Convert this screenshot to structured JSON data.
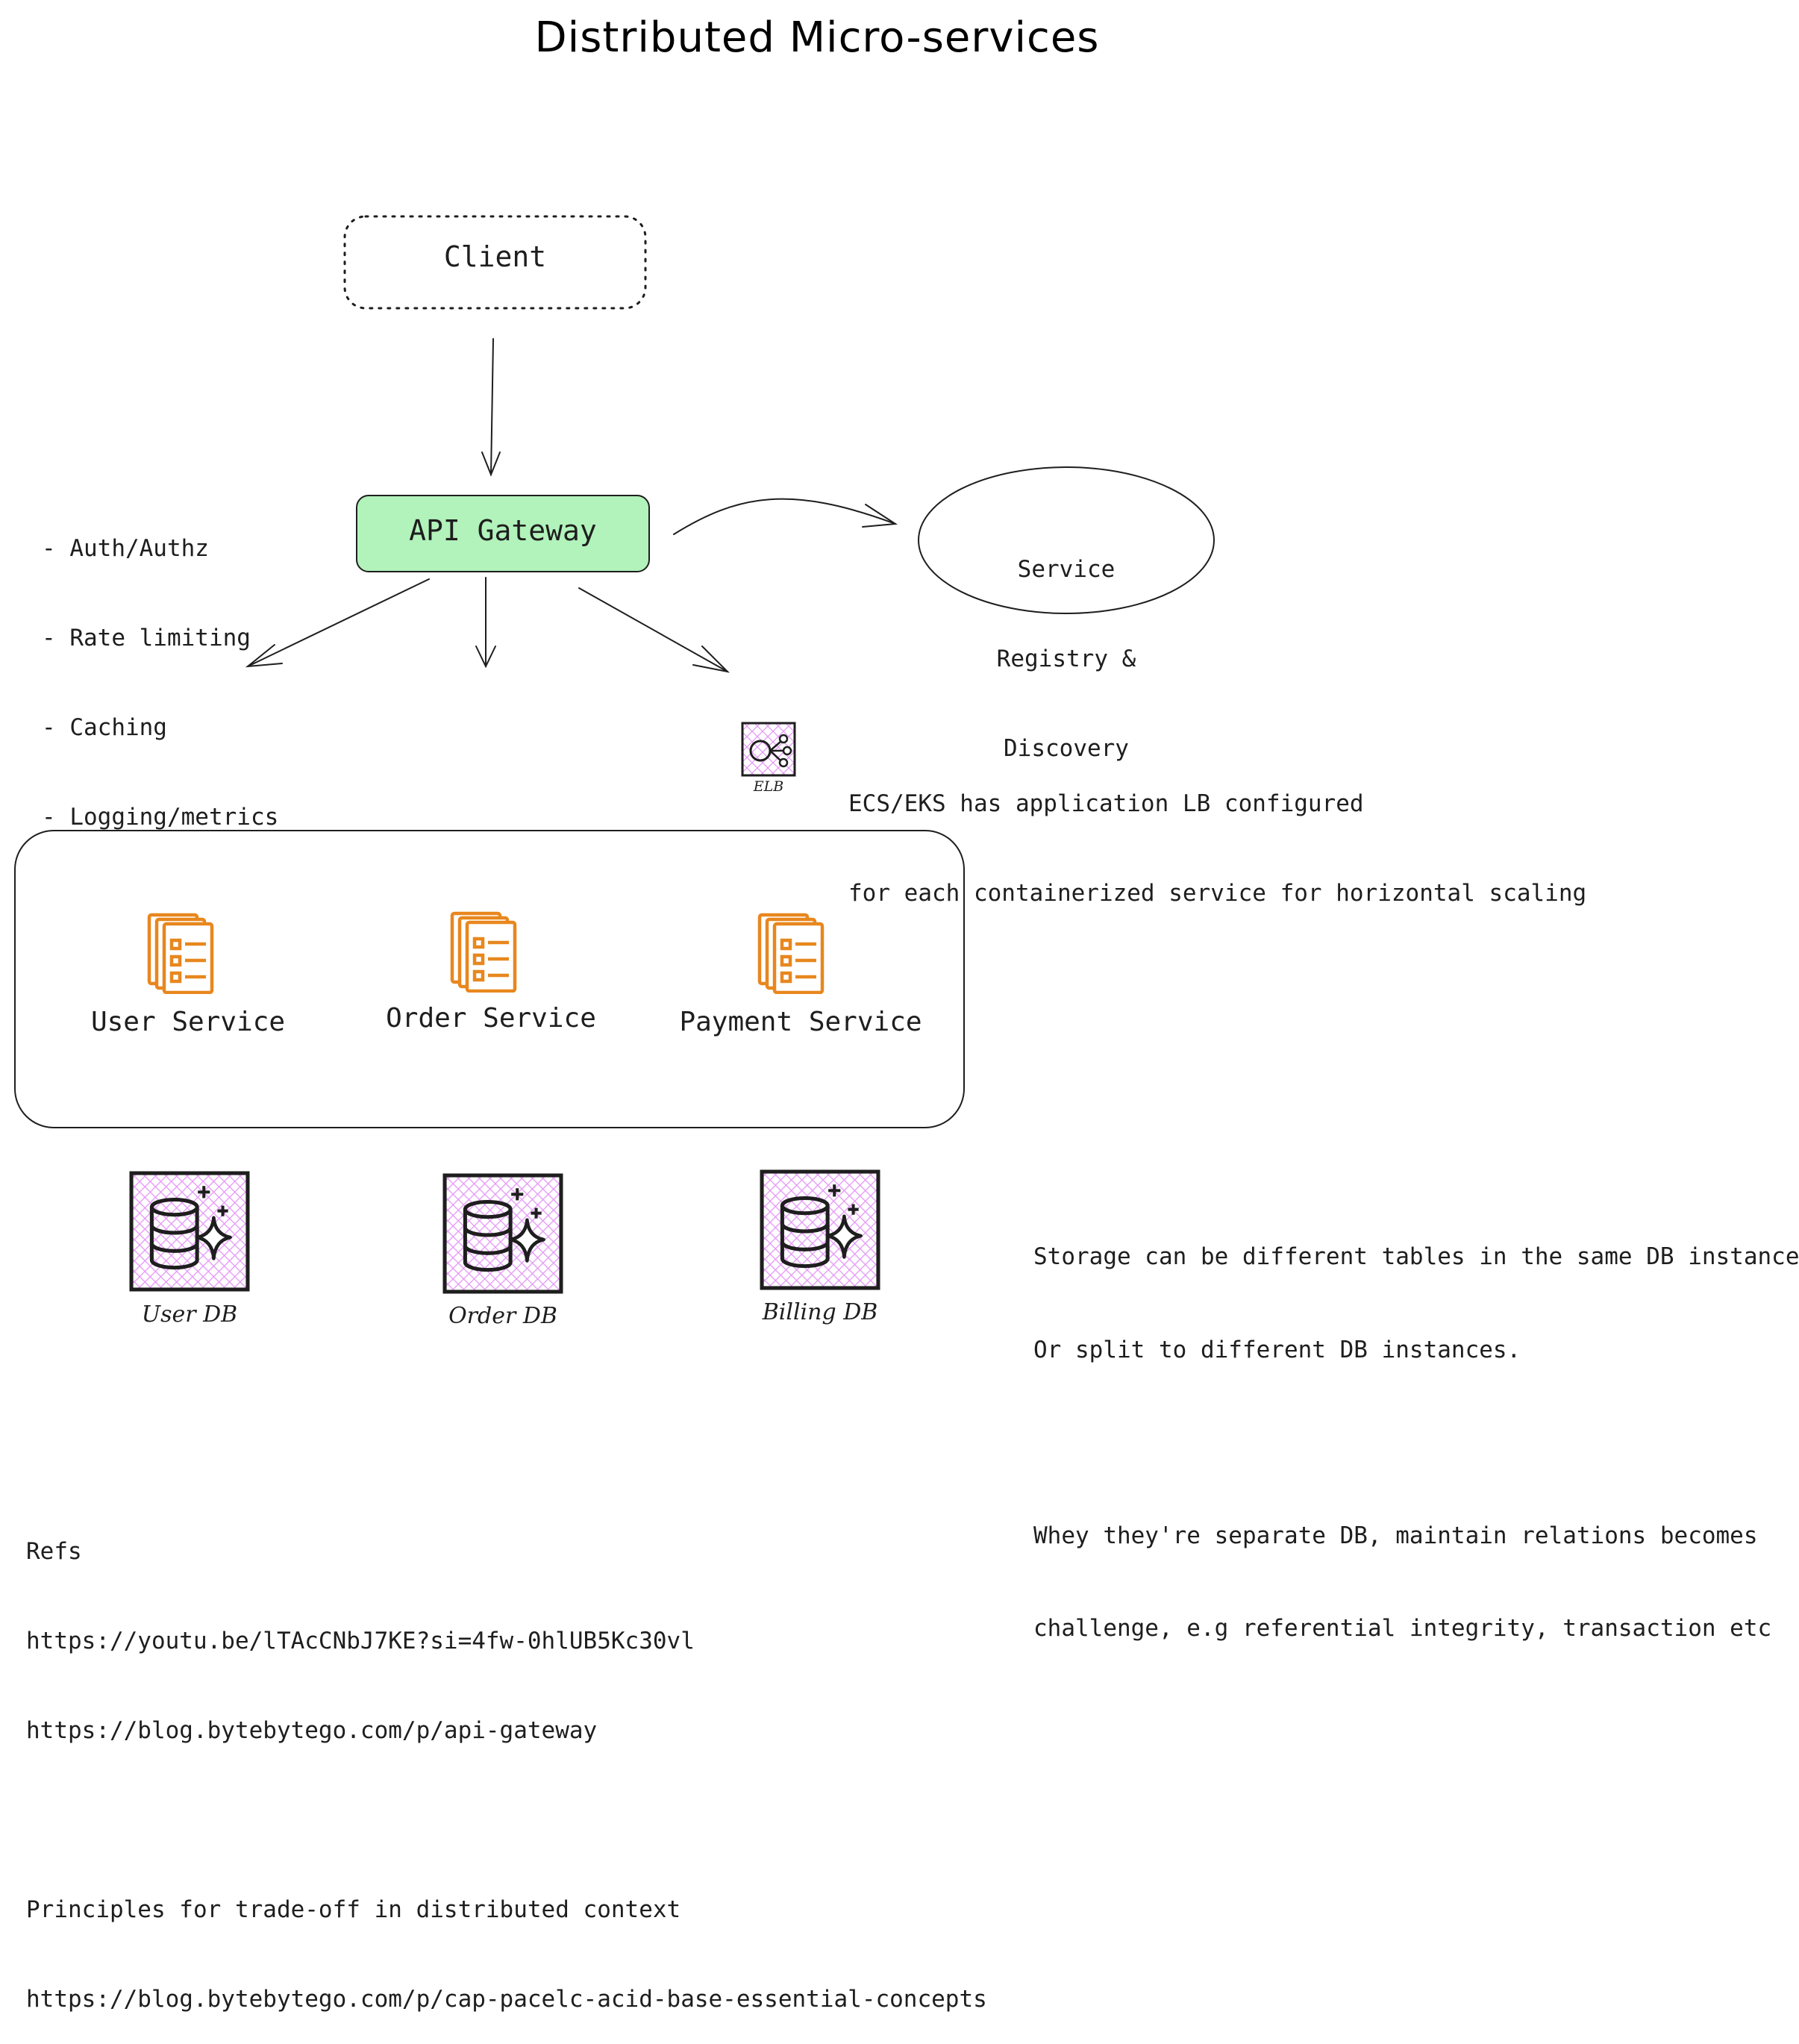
{
  "title": "Distributed Micro-services",
  "client": {
    "label": "Client"
  },
  "gateway": {
    "label": "API Gateway",
    "color": "#b2f2bb",
    "features": [
      "- Auth/Authz",
      "- Rate limiting",
      "- Caching",
      "- Logging/metrics"
    ]
  },
  "registry": {
    "lines": [
      "Service",
      "Registry &",
      "Discovery"
    ]
  },
  "elb": {
    "icon": "elb-icon",
    "label": "ELB",
    "note": [
      "ECS/EKS has application LB configured",
      "for each containerized service for horizontal scaling"
    ]
  },
  "services": [
    {
      "label": "User Service",
      "icon": "document-stack-icon"
    },
    {
      "label": "Order Service",
      "icon": "document-stack-icon"
    },
    {
      "label": "Payment Service",
      "icon": "document-stack-icon"
    }
  ],
  "service_icon_color": "#e8871e",
  "databases": [
    {
      "label": "User DB",
      "icon": "database-sparkle-icon"
    },
    {
      "label": "Order DB",
      "icon": "database-sparkle-icon"
    },
    {
      "label": "Billing DB",
      "icon": "database-sparkle-icon"
    }
  ],
  "db_fill_color": "#e599f7",
  "storage_note": [
    "Storage can be different tables in the same DB instance",
    "Or split to different DB instances.",
    "",
    "Whey they're separate DB, maintain relations becomes",
    "challenge, e.g referential integrity, transaction etc"
  ],
  "refs": {
    "heading": "Refs",
    "links": [
      "https://youtu.be/lTAcCNbJ7KE?si=4fw-0hlUB5Kc30vl",
      "https://blog.bytebytego.com/p/api-gateway"
    ],
    "principles_heading": "Principles for trade-off in distributed context",
    "principles_link": "https://blog.bytebytego.com/p/cap-pacelc-acid-base-essential-concepts"
  }
}
